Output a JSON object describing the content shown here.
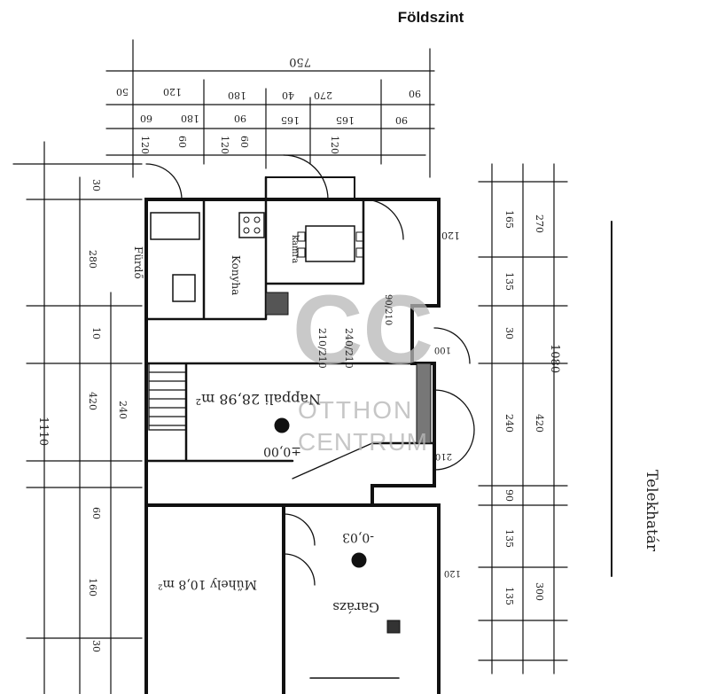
{
  "title": "Földszint",
  "watermark": {
    "logo_letters": "CC",
    "line1": "OTTHON",
    "line2": "CENTRUM",
    "color": "#b8b8b8"
  },
  "rooms": {
    "living": "Nappali 28,98 m²",
    "garage": "Garázs",
    "workshop": "Műhely 10,8 m²",
    "kitchen": "Konyha",
    "bath": "Fürdő",
    "pantry": "kamra"
  },
  "side_label": "Telekhatár",
  "levels": {
    "ground": "±0,00",
    "garage": "-0,03"
  },
  "dims": {
    "top_total": "750",
    "top_row1": [
      "50",
      "120",
      "180",
      "270",
      "40",
      "90"
    ],
    "top_row2": [
      "60",
      "180",
      "90",
      "165",
      "165",
      "90"
    ],
    "top_row3": [
      "120",
      "60",
      "120",
      "60",
      "120"
    ],
    "right_outer": "1080",
    "right_mid": [
      "270",
      "420",
      "300"
    ],
    "right_inner": [
      "165",
      "135",
      "30",
      "240",
      "90",
      "135",
      "135"
    ],
    "left_outer": "1110",
    "left_mid": [
      "280",
      "420",
      "160"
    ],
    "left_inner": [
      "30",
      "10",
      "240",
      "60",
      "30"
    ],
    "openings": [
      "210/210",
      "240/210",
      "90/210",
      "120",
      "100",
      "210",
      "120"
    ]
  }
}
